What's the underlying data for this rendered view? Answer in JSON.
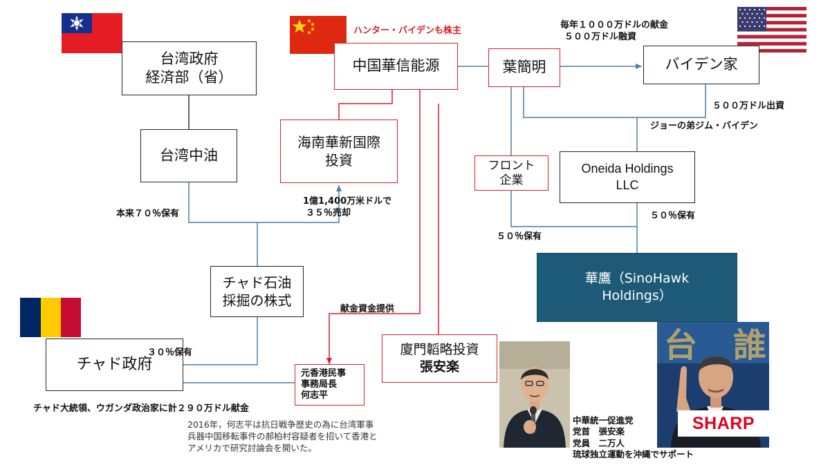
{
  "nodes": {
    "taiwan_gov": [
      "台湾政府",
      "経済部（省）"
    ],
    "taiwan_cpc": "台湾中油",
    "chad_oil": [
      "チャド石油",
      "採掘の株式"
    ],
    "chad_gov": "チャド政府",
    "cefc": "中国華信能源",
    "hainan": [
      "海南華新国際",
      "投資"
    ],
    "ye": "葉簡明",
    "front": [
      "フロント",
      "企業"
    ],
    "biden_family": "バイデン家",
    "oneida": [
      "Oneida Holdings",
      "LLC"
    ],
    "sinohawk": [
      "華鷹（SinoHawk",
      "Holdings）"
    ],
    "xiamen": [
      "廈門韜略投資",
      "張安楽"
    ],
    "ho": [
      "元香港民事",
      "事務局長",
      "何志平"
    ]
  },
  "labels": {
    "hunter": "ハンター・バイデンも株主",
    "donation": [
      "毎年１０００万ドルの献金",
      "５００万ドル融資"
    ],
    "invest500": "５００万ドル出資",
    "jim": "ジョーの弟ジム・バイデン",
    "own70": "本来７０％保有",
    "sold35": [
      "1億1,400万米ドルで",
      "３５％売却"
    ],
    "own50_oneida": "５０％保有",
    "own50_front": "５０％保有",
    "funding": "献金資金提供",
    "own30": "３０％保有",
    "chad_bribe": "チャド大統領、ウガンダ政治家に計２９０万ドル献金",
    "note2016": [
      "2016年，何志平は抗日戦争歴史の為に台湾軍事",
      "兵器中国移転事件の郝柏村容疑者を招いて香港と",
      "アメリカで研究討論会を開いた。"
    ],
    "zhang_info": [
      "中華統一促進党",
      "党首　張安楽",
      "党員　二万人",
      "琉球独立運動を沖縄でサポート"
    ],
    "sharp": "SHARP"
  },
  "colors": {
    "red": "#d61f26",
    "teal": "#1d5a78",
    "line_blue": "#4a7f9e",
    "line_red": "#d61f26"
  },
  "icons": {
    "flags": [
      "taiwan-flag-icon",
      "china-flag-icon",
      "usa-flag-icon",
      "chad-flag-icon"
    ]
  }
}
